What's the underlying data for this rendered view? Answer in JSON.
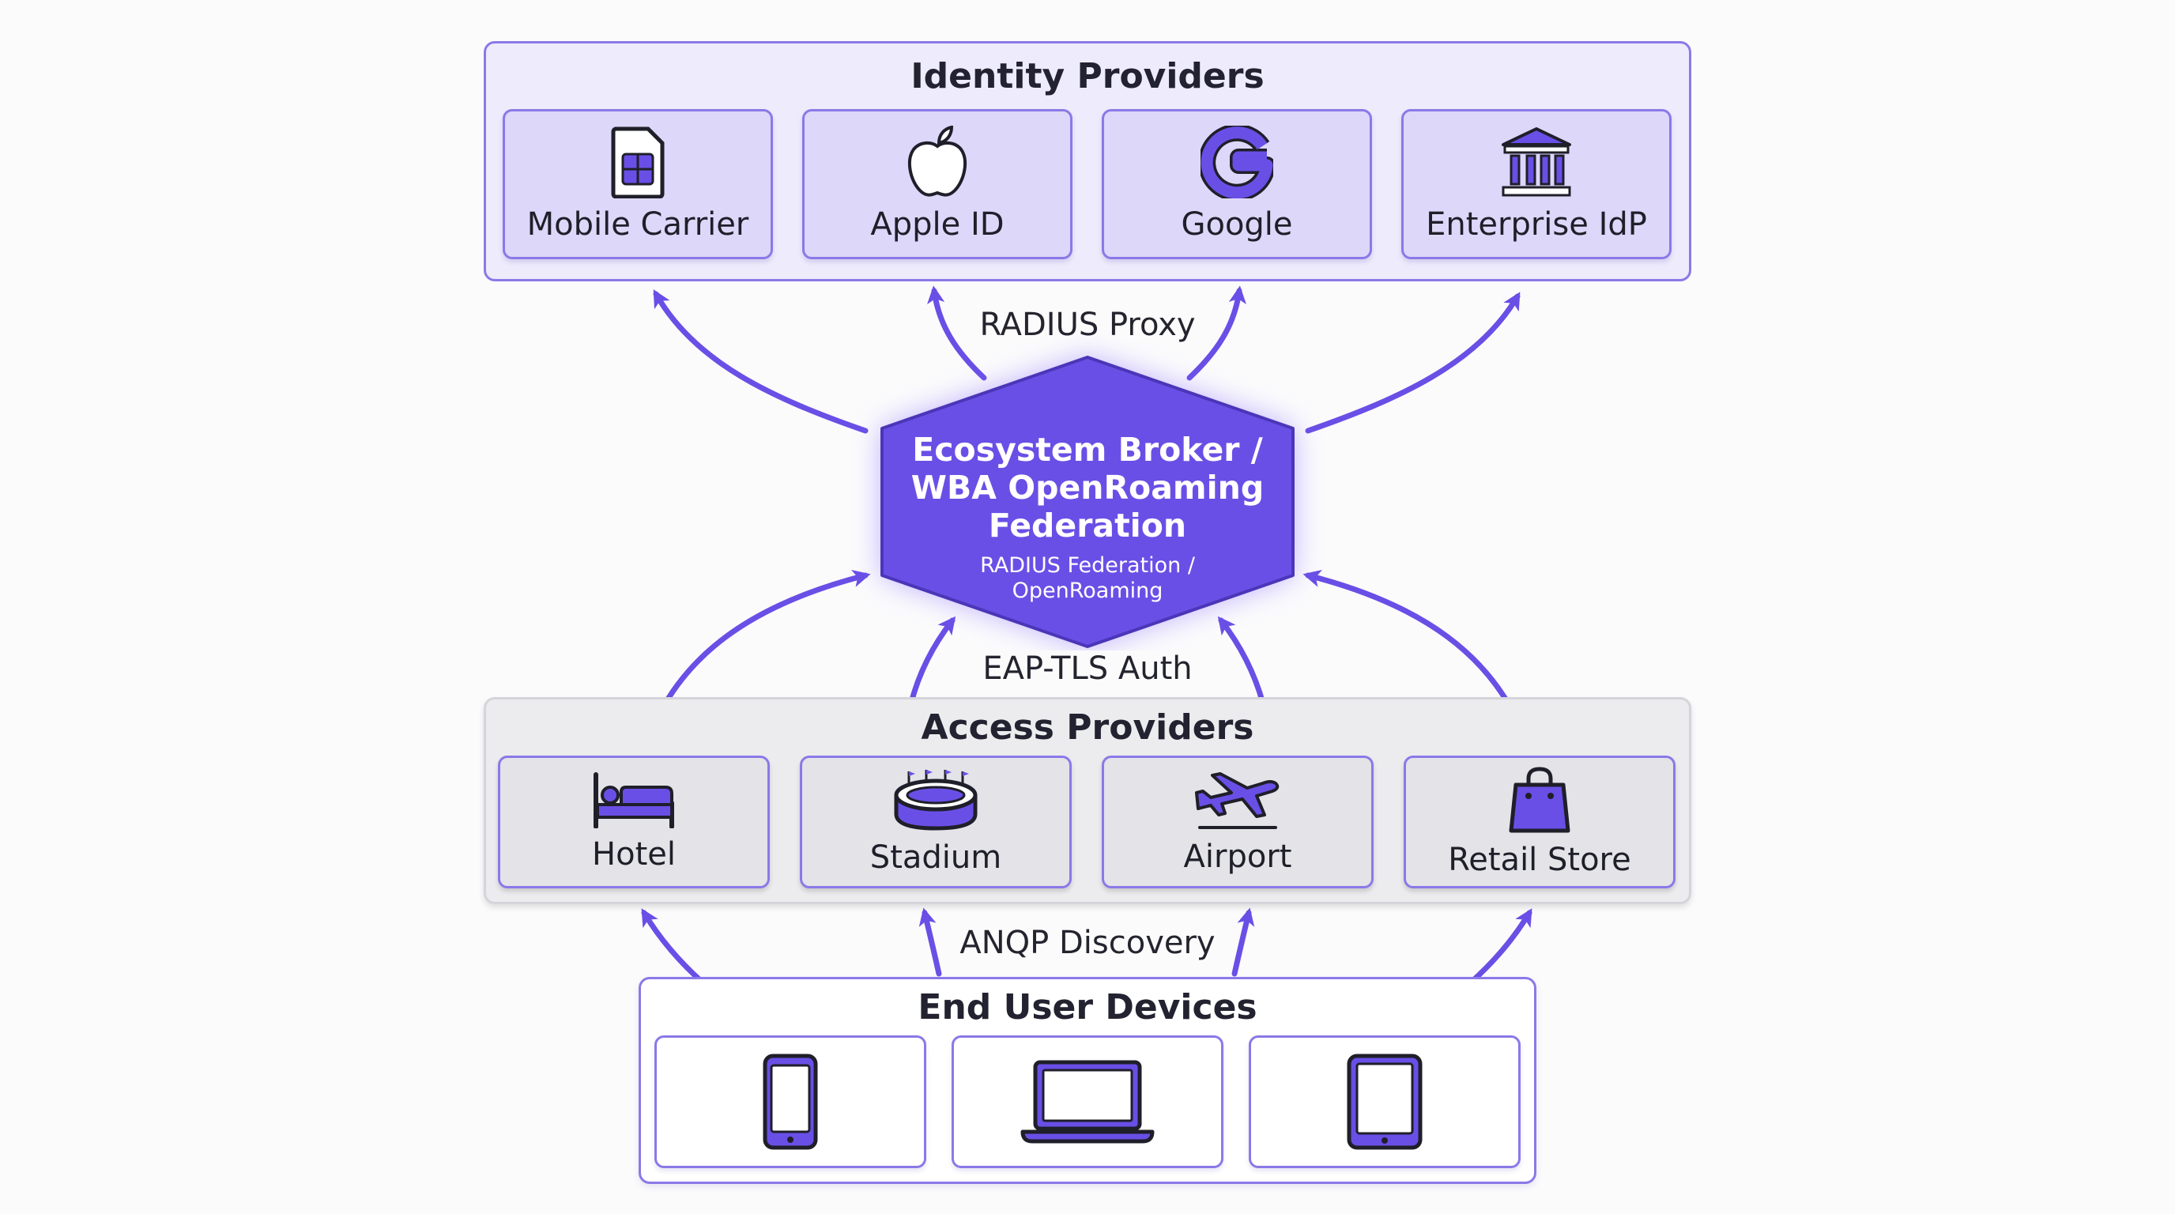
{
  "identity_providers": {
    "title": "Identity Providers",
    "items": [
      {
        "label": "Mobile Carrier",
        "icon": "sim-card-icon"
      },
      {
        "label": "Apple ID",
        "icon": "apple-icon"
      },
      {
        "label": "Google",
        "icon": "google-icon"
      },
      {
        "label": "Enterprise IdP",
        "icon": "institution-icon"
      }
    ]
  },
  "hub": {
    "title_line1": "Ecosystem Broker /",
    "title_line2": "WBA OpenRoaming",
    "title_line3": "Federation",
    "subtitle_line1": "RADIUS Federation /",
    "subtitle_line2": "OpenRoaming"
  },
  "access_providers": {
    "title": "Access Providers",
    "items": [
      {
        "label": "Hotel",
        "icon": "bed-icon"
      },
      {
        "label": "Stadium",
        "icon": "stadium-icon"
      },
      {
        "label": "Airport",
        "icon": "airplane-icon"
      },
      {
        "label": "Retail Store",
        "icon": "shopping-bag-icon"
      }
    ]
  },
  "end_user_devices": {
    "title": "End User Devices",
    "items": [
      {
        "icon": "smartphone-icon"
      },
      {
        "icon": "laptop-icon"
      },
      {
        "icon": "tablet-icon"
      }
    ]
  },
  "flows": {
    "radius_proxy": "RADIUS Proxy",
    "eap_tls": "EAP-TLS Auth",
    "anqp": "ANQP Discovery"
  },
  "colors": {
    "accent": "#6a4fe6",
    "accent_dark": "#3a2c8a",
    "idp_panel": "#eeebfc",
    "idp_card": "#ddd7f9",
    "access_panel": "#ececef",
    "access_card": "#e3e3e8",
    "border": "#8a79e8"
  }
}
